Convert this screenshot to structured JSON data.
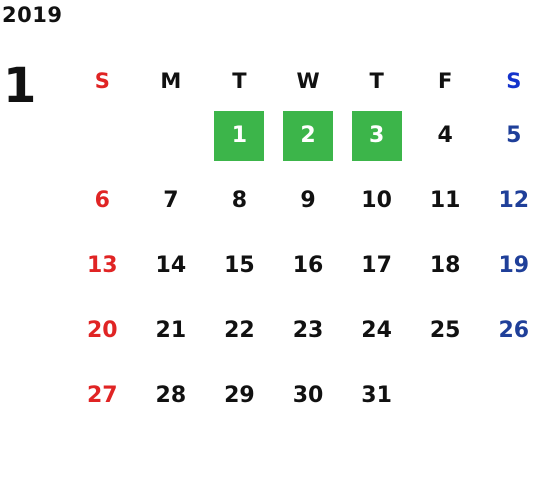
{
  "year": "2019",
  "month": "1",
  "colors": {
    "sunday": "#e02424",
    "saturday": "#1f3f99",
    "highlight": "#3cb54a"
  },
  "weekdays": [
    "S",
    "M",
    "T",
    "W",
    "T",
    "F",
    "S"
  ],
  "weeks": [
    [
      "",
      "",
      "1",
      "2",
      "3",
      "4",
      "5"
    ],
    [
      "6",
      "7",
      "8",
      "9",
      "10",
      "11",
      "12"
    ],
    [
      "13",
      "14",
      "15",
      "16",
      "17",
      "18",
      "19"
    ],
    [
      "20",
      "21",
      "22",
      "23",
      "24",
      "25",
      "26"
    ],
    [
      "27",
      "28",
      "29",
      "30",
      "31",
      "",
      ""
    ]
  ],
  "highlighted_days": [
    "1",
    "2",
    "3"
  ]
}
